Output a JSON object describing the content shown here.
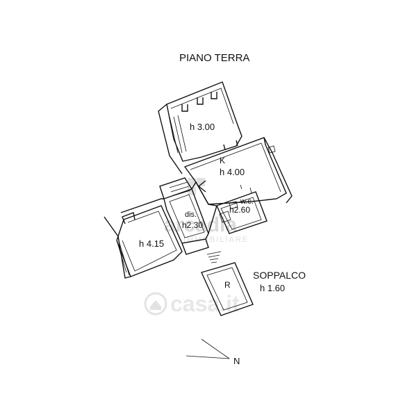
{
  "plan": {
    "title": "PIANO TERRA",
    "rooms": [
      {
        "id": "room-north",
        "label": "h 3.00"
      },
      {
        "id": "kitchen",
        "code": "K",
        "label": "h 4.00"
      },
      {
        "id": "disimpegno",
        "code": "dis.",
        "label": "h2.30"
      },
      {
        "id": "wc",
        "code": "w.c.",
        "label": "h2.60"
      },
      {
        "id": "room-west",
        "label": "h 4.15"
      },
      {
        "id": "storage",
        "code": "R"
      }
    ],
    "mezzanine": {
      "title": "SOPPALCO",
      "height": "h 1.60"
    },
    "compass": {
      "label": "N"
    }
  },
  "watermarks": {
    "agency_name": "arcadia",
    "agency_sub": "IMMOBILIARE",
    "site": "casa.it"
  }
}
